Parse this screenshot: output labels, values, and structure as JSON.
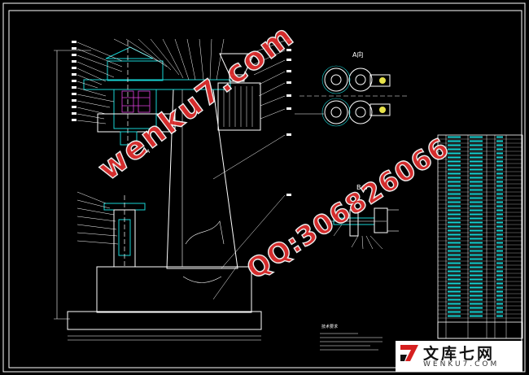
{
  "drawing": {
    "view_a_label": "A向",
    "section_label": "B-B",
    "view_mark_a": "A",
    "note_title": "技术要求"
  },
  "watermark": {
    "url_text": "wenku7.com",
    "qq_text": "QQ:306826066"
  },
  "brand": {
    "chinese": "文库七网",
    "english": "WENKU7.COM"
  },
  "colors": {
    "background": "#000000",
    "line_white": "#ffffff",
    "line_cyan": "#19d3d3",
    "line_yellow": "#e8e34a",
    "line_magenta": "#e040e0",
    "watermark_red": "#e53030"
  }
}
